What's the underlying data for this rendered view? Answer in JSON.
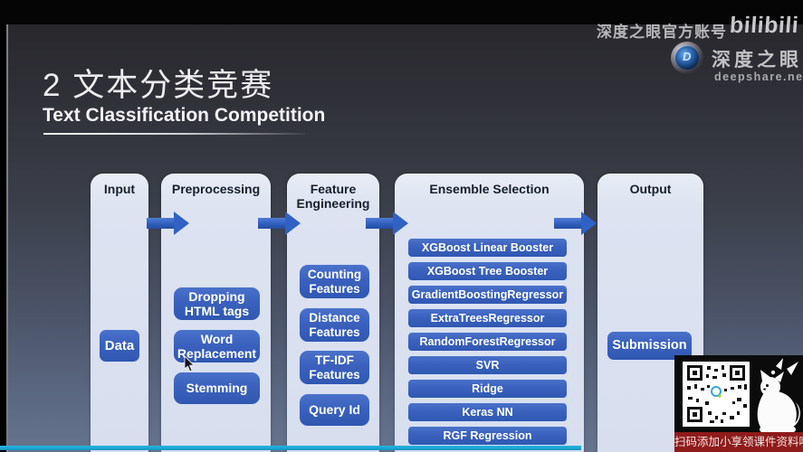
{
  "watermark": {
    "account_text": "深度之眼官方账号",
    "bilibili_text": "bilibili",
    "brand_name": "深度之眼",
    "brand_url": "deepshare.net"
  },
  "slide": {
    "title": "2  文本分类竞赛",
    "subtitle": "Text Classification Competition"
  },
  "diagram": {
    "columns": [
      {
        "header": "Input",
        "items": [
          "Data"
        ]
      },
      {
        "header": "Preprocessing",
        "items": [
          "Dropping HTML tags",
          "Word Replacement",
          "Stemming"
        ]
      },
      {
        "header": "Feature Engineering",
        "items": [
          "Counting Features",
          "Distance Features",
          "TF-IDF Features",
          "Query Id"
        ]
      },
      {
        "header": "Ensemble Selection",
        "items": [
          "XGBoost Linear Booster",
          "XGBoost Tree Booster",
          "GradientBoostingRegressor",
          "ExtraTreesRegressor",
          "RandomForestRegressor",
          "SVR",
          "Ridge",
          "Keras NN",
          "RGF Regression"
        ]
      },
      {
        "header": "Output",
        "items": [
          "Submission"
        ]
      }
    ]
  },
  "overlay": {
    "qr_caption": "扫码添加小享领课件资料哦",
    "icons": [
      "qr-code",
      "cat-silhouette"
    ]
  },
  "colors": {
    "node_blue": "#3a61bd",
    "arrow_blue": "#3061c4",
    "column_bg": "#dde3f1",
    "progress_teal": "#1aa9d8",
    "caption_red": "#8f1b1b",
    "slide_top": "#28282c",
    "slide_bottom": "#67748e"
  }
}
